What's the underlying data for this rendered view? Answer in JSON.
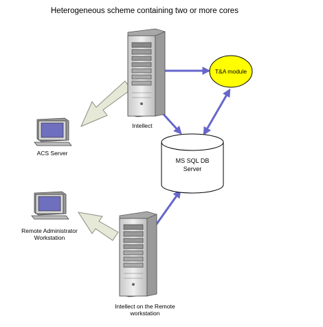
{
  "title": "Heterogeneous scheme containing two or more cores",
  "nodes": {
    "intellect": {
      "label": "Intellect",
      "icon": "server-tower-icon"
    },
    "intellect_remote": {
      "label_line1": "Intellect on the Remote",
      "label_line2": "workstation",
      "icon": "server-tower-icon"
    },
    "acs_server": {
      "label": "ACS Server",
      "icon": "computer-monitor-icon"
    },
    "remote_admin": {
      "label_line1": "Remote Administrator",
      "label_line2": "Workstation",
      "icon": "computer-monitor-icon"
    },
    "ta_module": {
      "label": "T&A module",
      "fill": "#ffff00"
    },
    "db": {
      "label_line1": "MS SQL DB",
      "label_line2": "Server"
    }
  },
  "colors": {
    "link_arrow": "#6666cc",
    "big_arrow_fill": "#e6e8d8",
    "big_arrow_stroke": "#8a8c80",
    "server_body": "#dcdcdc",
    "monitor_screen": "#6f6fbf"
  }
}
